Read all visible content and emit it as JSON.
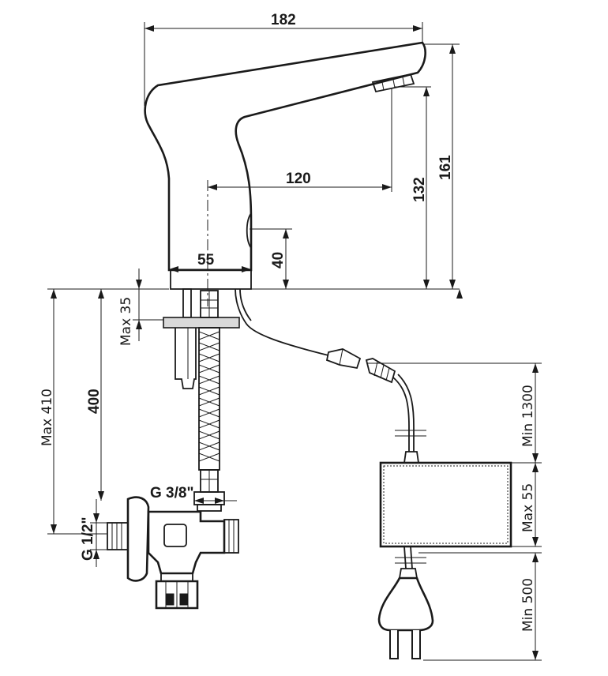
{
  "dimensions": {
    "width_total": "182",
    "height_total": "161",
    "spout_height": "132",
    "reach": "120",
    "base_diameter": "55",
    "sensor_height": "40",
    "deck_thickness": "Max 35",
    "hose_length": "400",
    "max_length": "Max 410",
    "outlet_thread": "G 3/8\"",
    "inlet_thread": "G 1/2\"",
    "cable_min": "Min 1300",
    "box_max": "Max 55",
    "plug_cable_min": "Min 500"
  },
  "colors": {
    "line": "#1a1a1a",
    "fill_gray": "#d9d9d9",
    "background": "#ffffff"
  }
}
